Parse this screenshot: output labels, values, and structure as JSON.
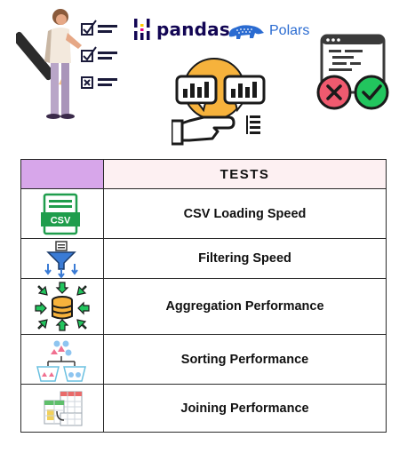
{
  "header": {
    "logos": {
      "pandas": "pandas",
      "polars": "Polars"
    },
    "colors": {
      "check_green": "#22c55e",
      "cross_red": "#ef5a6f",
      "coin_orange": "#f6b23c",
      "pandas_navy": "#130654",
      "polars_blue": "#2a6bd1"
    }
  },
  "table": {
    "header_label": "TESTS",
    "header_left_color": "#d7a6ea",
    "header_right_color": "#fdf0f2",
    "rows": [
      {
        "icon": "csv-file-icon",
        "icon_text": "CSV",
        "label": "CSV Loading Speed"
      },
      {
        "icon": "filter-funnel-icon",
        "label": "Filtering Speed"
      },
      {
        "icon": "database-aggregation-icon",
        "label": "Aggregation Performance"
      },
      {
        "icon": "sorting-shapes-icon",
        "label": "Sorting Performance"
      },
      {
        "icon": "joining-tables-icon",
        "label": "Joining Performance"
      }
    ]
  }
}
